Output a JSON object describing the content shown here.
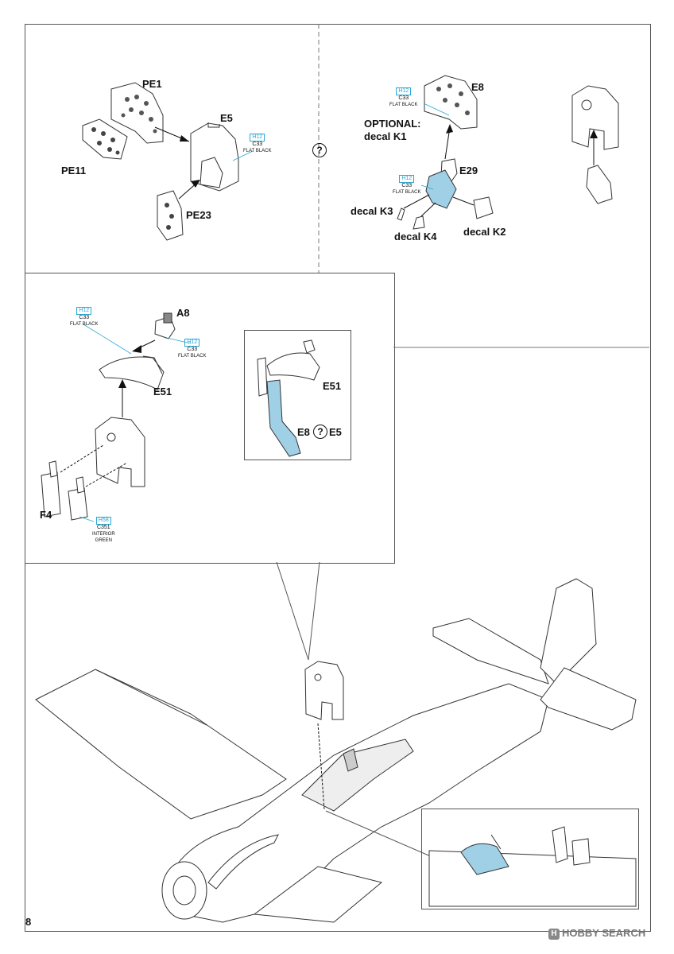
{
  "page_number": "8",
  "optional_symbol": "?",
  "step_left": {
    "labels": {
      "pe1": "PE1",
      "e5": "E5",
      "pe11": "PE11",
      "pe23": "PE23"
    },
    "paint": {
      "h": "H12",
      "c": "C33",
      "name": "FLAT BLACK"
    }
  },
  "step_right": {
    "labels": {
      "e8": "E8",
      "optional_title": "OPTIONAL:",
      "optional_decal": "decal K1",
      "e29": "E29",
      "decal_k3": "decal K3",
      "decal_k4": "decal K4",
      "decal_k2": "decal K2"
    },
    "paint_e8": {
      "h": "H12",
      "c": "C33",
      "name": "FLAT BLACK"
    },
    "paint_e29": {
      "h": "H12",
      "c": "C33",
      "name": "FLAT BLACK"
    }
  },
  "step_middle": {
    "labels": {
      "a8": "A8",
      "e51": "E51",
      "f4": "F4"
    },
    "paint_top": {
      "h": "H12",
      "c": "C33",
      "name": "FLAT BLACK"
    },
    "paint_a8": {
      "h": "H12",
      "c": "C33",
      "name": "FLAT BLACK"
    },
    "paint_f4": {
      "h": "H58",
      "c": "C351",
      "name1": "INTERIOR",
      "name2": "GREEN"
    }
  },
  "inset": {
    "e51": "E51",
    "e8": "E8",
    "e5": "E5"
  },
  "watermark": {
    "icon": "H",
    "text": "HOBBY SEARCH"
  },
  "colors": {
    "accent_blue": "#2aa7d6",
    "part_highlight": "#9fd0e6",
    "line": "#333333"
  }
}
